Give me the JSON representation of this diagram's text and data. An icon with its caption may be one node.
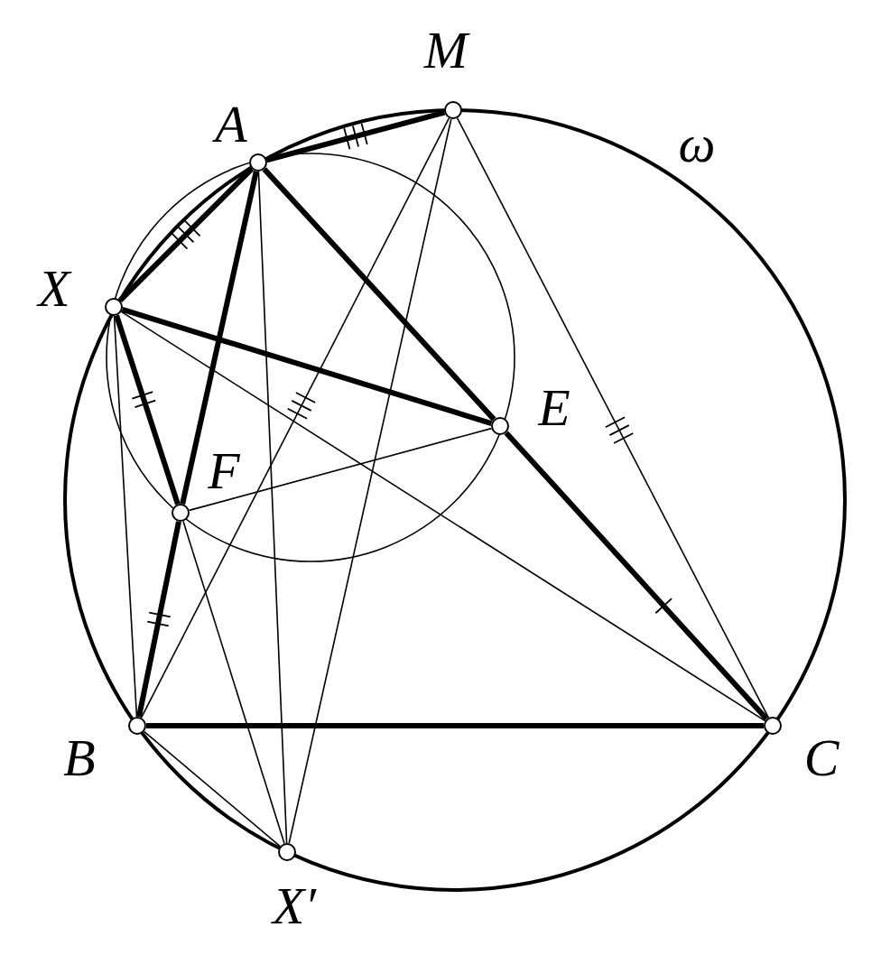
{
  "diagram": {
    "nodes": [
      {
        "text": [],
        "shape": "circle",
        "beside": [
          "A"
        ]
      },
      {
        "text": [],
        "shape": "circle",
        "beside": [
          "M"
        ]
      },
      {
        "text": [],
        "shape": "circle",
        "beside": [
          "X"
        ]
      },
      {
        "text": [],
        "shape": "circle",
        "beside": [
          "E"
        ]
      },
      {
        "text": [],
        "shape": "circle",
        "beside": [
          "F"
        ]
      },
      {
        "text": [],
        "shape": "circle",
        "beside": [
          "B"
        ]
      },
      {
        "text": [],
        "shape": "circle",
        "beside": [
          "C"
        ]
      },
      {
        "text": [],
        "shape": "circle",
        "beside": [
          "X′"
        ]
      }
    ],
    "edges": [
      {
        "from": 0,
        "to": 1,
        "arrow": "none",
        "style": "thick"
      },
      {
        "from": 0,
        "to": 2,
        "arrow": "none",
        "style": "thick"
      },
      {
        "from": 0,
        "to": 3,
        "arrow": "none",
        "style": "thick"
      },
      {
        "from": 3,
        "to": 6,
        "arrow": "none",
        "style": "thick"
      },
      {
        "from": 2,
        "to": 3,
        "arrow": "none",
        "style": "thick"
      },
      {
        "from": 2,
        "to": 4,
        "arrow": "none",
        "style": "thick"
      },
      {
        "from": 0,
        "to": 4,
        "arrow": "none",
        "style": "thick"
      },
      {
        "from": 4,
        "to": 5,
        "arrow": "none",
        "style": "thick"
      },
      {
        "from": 5,
        "to": 6,
        "arrow": "none",
        "style": "thick"
      },
      {
        "from": 1,
        "to": 6,
        "arrow": "none"
      },
      {
        "from": 1,
        "to": 5,
        "arrow": "none"
      },
      {
        "from": 1,
        "to": 7,
        "arrow": "none"
      },
      {
        "from": 0,
        "to": 7,
        "arrow": "none"
      },
      {
        "from": 2,
        "to": 5,
        "arrow": "none"
      },
      {
        "from": 2,
        "to": 6,
        "arrow": "none"
      },
      {
        "from": 4,
        "to": 3,
        "arrow": "none"
      },
      {
        "from": 4,
        "to": 7,
        "arrow": "none"
      },
      {
        "from": 5,
        "to": 7,
        "arrow": "none"
      }
    ],
    "labels": [
      "ω"
    ]
  }
}
